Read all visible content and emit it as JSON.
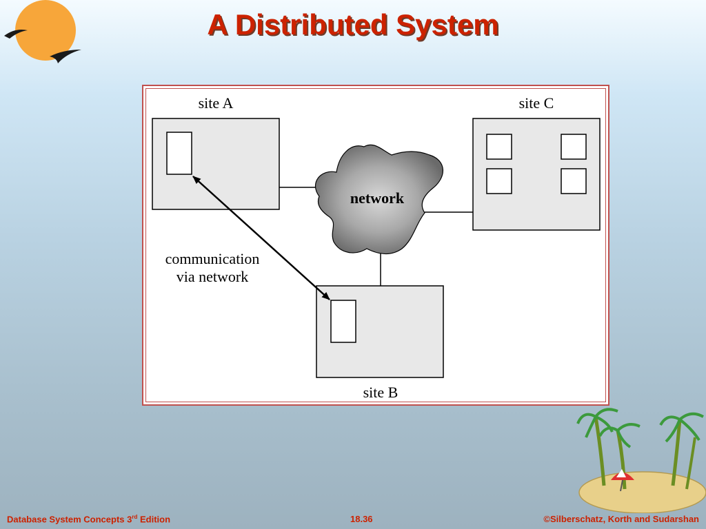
{
  "slide": {
    "title": "A Distributed System"
  },
  "diagram": {
    "site_a_label": "site A",
    "site b_label_unused": "",
    "site_b_label": "site B",
    "site_c_label": "site C",
    "network_label": "network",
    "communication_line1": "communication",
    "communication_line2": "via network"
  },
  "footer": {
    "book_prefix": "Database System Concepts 3",
    "book_sup": "rd",
    "book_suffix": " Edition",
    "page_number": "18.36",
    "copyright": "©Silberschatz, Korth and Sudarshan"
  },
  "colors": {
    "title": "#cc2200",
    "frame": "#c0504d",
    "site_fill": "#e8e8e8"
  }
}
